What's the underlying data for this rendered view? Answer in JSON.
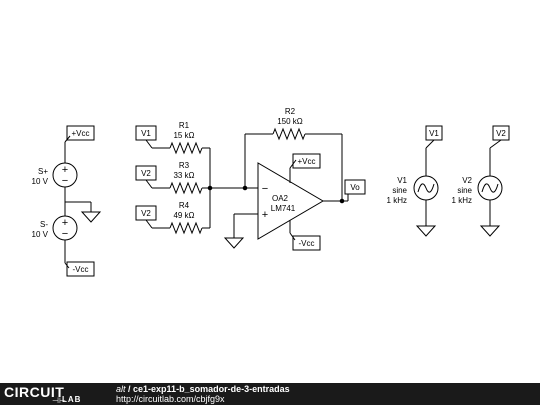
{
  "schematic": {
    "supplies": {
      "s_plus": {
        "name": "S+",
        "value": "10 V",
        "top_label": "+Vcc"
      },
      "s_minus": {
        "name": "S-",
        "value": "10 V",
        "bottom_label": "-Vcc"
      }
    },
    "inputs": {
      "v1_tag": "V1",
      "v2a_tag": "V2",
      "v2b_tag": "V2"
    },
    "resistors": {
      "r1": {
        "name": "R1",
        "value": "15 kΩ"
      },
      "r3": {
        "name": "R3",
        "value": "33 kΩ"
      },
      "r4": {
        "name": "R4",
        "value": "49 kΩ"
      },
      "r2": {
        "name": "R2",
        "value": "150 kΩ"
      }
    },
    "opamp": {
      "name": "OA2",
      "part": "LM741",
      "pos_supply": "+Vcc",
      "neg_supply": "-Vcc",
      "inv_sign": "−",
      "noninv_sign": "+"
    },
    "output_tag": "Vo",
    "sources": {
      "v1": {
        "tag": "V1",
        "name": "V1",
        "type": "sine",
        "freq": "1 kHz"
      },
      "v2": {
        "tag": "V2",
        "name": "V2",
        "type": "sine",
        "freq": "1 kHz"
      }
    },
    "plus_sign": "+",
    "minus_sign": "−"
  },
  "footer": {
    "logo_circuit": "CIRCUIT",
    "logo_lab": "LAB",
    "logo_mark": "⊣⊢",
    "by_user": "alt",
    "separator": " / ",
    "title": "ce1-exp11-b_somador-de-3-entradas",
    "url": "http://circuitlab.com/cbjfg9x"
  }
}
